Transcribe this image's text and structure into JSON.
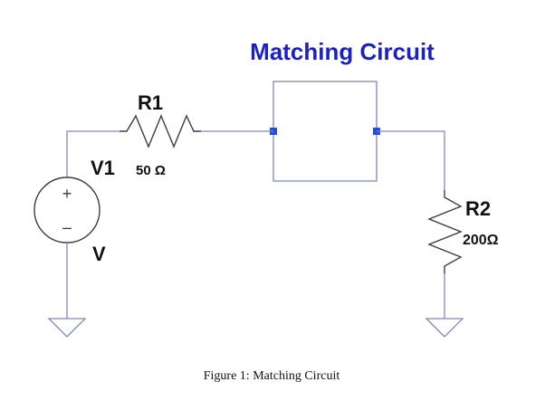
{
  "diagram": {
    "title": "Matching Circuit",
    "caption": "Figure 1: Matching Circuit",
    "source": {
      "name": "V1",
      "value": "V",
      "plus": "+",
      "minus": "–"
    },
    "resistor_1": {
      "name": "R1",
      "value": "50 Ω"
    },
    "resistor_2": {
      "name": "R2",
      "value": "200Ω"
    }
  },
  "colors": {
    "title": "#1a1fc8",
    "wire": "#7f86c8",
    "port": "#1f4fe0",
    "component": "#3d3d3d"
  }
}
